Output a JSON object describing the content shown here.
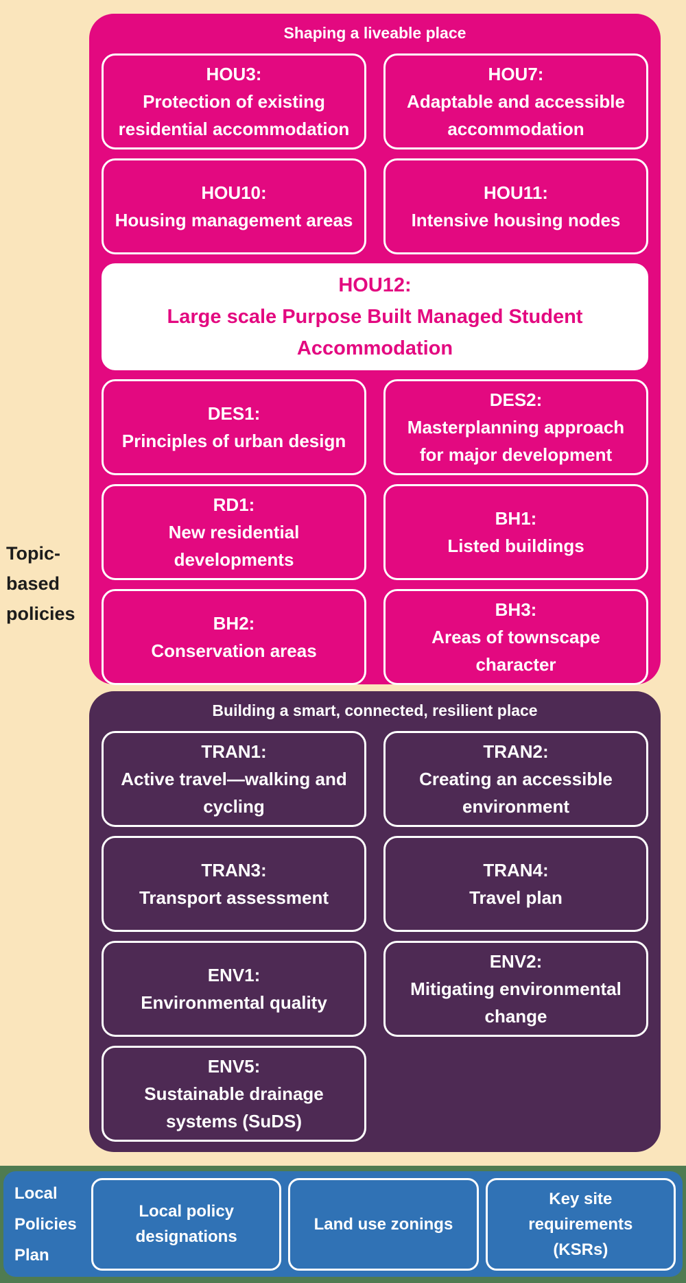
{
  "diagram": {
    "left_label": "Topic-\nbased\npolicies",
    "colors": {
      "background": "#FAE5BC",
      "pink_panel": "#E30980",
      "purple_panel": "#4E2A54",
      "blue_bar": "#3072B5",
      "green_strip": "#4F7B51",
      "highlight_box_bg": "#FFFFFF",
      "highlight_box_text": "#E30980",
      "box_text": "#FFFFFF",
      "side_label_text": "#1C1C1C"
    },
    "sections": [
      {
        "title": "Shaping a liveable place",
        "boxes": [
          {
            "code": "HOU3:",
            "label": "Protection of existing residential accommodation"
          },
          {
            "code": "HOU7:",
            "label": "Adaptable and accessible accommodation"
          },
          {
            "code": "HOU10:",
            "label": "Housing management areas"
          },
          {
            "code": "HOU11:",
            "label": "Intensive housing nodes"
          },
          {
            "code": "HOU12:",
            "label": "Large scale Purpose Built Managed Student Accommodation"
          },
          {
            "code": "DES1:",
            "label": "Principles of urban design"
          },
          {
            "code": "DES2:",
            "label": "Masterplanning approach for major development"
          },
          {
            "code": "RD1:",
            "label": "New residential developments"
          },
          {
            "code": "BH1:",
            "label": "Listed buildings"
          },
          {
            "code": "BH2:",
            "label": "Conservation areas"
          },
          {
            "code": "BH3:",
            "label": "Areas of townscape character"
          }
        ]
      },
      {
        "title": "Building a smart, connected, resilient place",
        "boxes": [
          {
            "code": "TRAN1:",
            "label": "Active travel—walking and cycling"
          },
          {
            "code": "TRAN2:",
            "label": "Creating an accessible environment"
          },
          {
            "code": "TRAN3:",
            "label": "Transport assessment"
          },
          {
            "code": "TRAN4:",
            "label": "Travel plan"
          },
          {
            "code": "ENV1:",
            "label": "Environmental quality"
          },
          {
            "code": "ENV2:",
            "label": "Mitigating environmental change"
          },
          {
            "code": "ENV5:",
            "label": "Sustainable drainage systems (SuDS)"
          }
        ]
      }
    ],
    "plan_bar": {
      "label": "Local\nPolicies\nPlan",
      "items": [
        {
          "label": "Local policy designations"
        },
        {
          "label": "Land use zonings"
        },
        {
          "label": "Key site requirements (KSRs)"
        }
      ]
    }
  }
}
